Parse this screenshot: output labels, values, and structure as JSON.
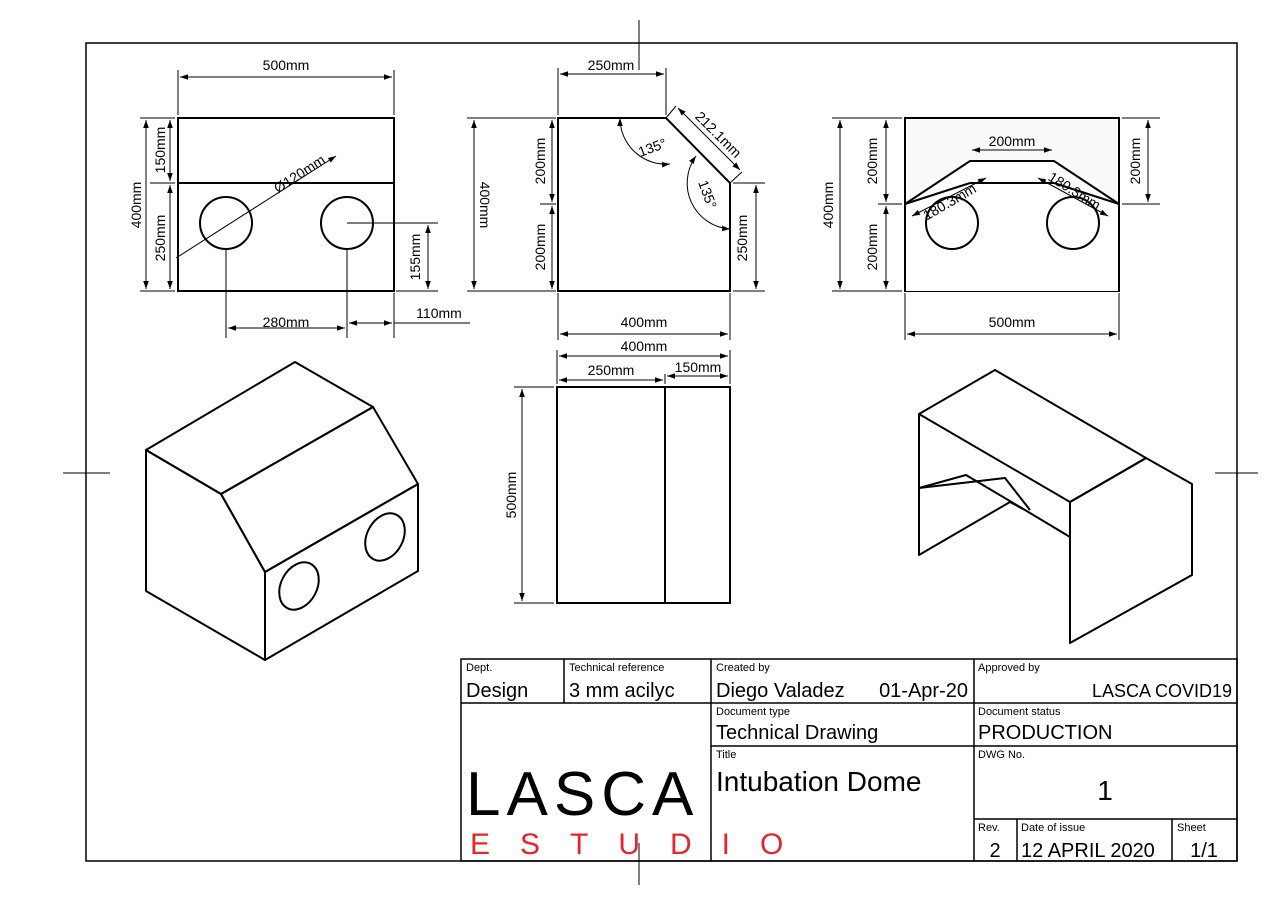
{
  "dimensions": {
    "front_width": "500mm",
    "front_height": "400mm",
    "front_top": "150mm",
    "front_bottom": "250mm",
    "hole_diameter": "Ø120mm",
    "hole_height": "155mm",
    "hole_spacing": "280mm",
    "hole_edge": "110mm",
    "side_top_width": "250mm",
    "side_slant": "212.1mm",
    "side_angle_1": "135°",
    "side_angle_2": "135°",
    "side_upper": "200mm",
    "side_lower": "200mm",
    "side_height": "400mm",
    "side_right": "250mm",
    "side_width": "400mm",
    "rear_top_width": "200mm",
    "rear_slant_left": "180.3mm",
    "rear_slant_right": "180.3mm",
    "rear_height": "400mm",
    "rear_upper": "200mm",
    "rear_lower": "200mm",
    "rear_right": "200mm",
    "rear_width": "500mm",
    "top_width": "400mm",
    "top_left": "250mm",
    "top_right": "150mm",
    "top_depth": "500mm"
  },
  "title_block": {
    "dept_label": "Dept.",
    "dept_value": "Design",
    "techref_label": "Technical reference",
    "techref_value": "3 mm acilyc",
    "created_label": "Created by",
    "created_value": "Diego Valadez",
    "created_date": "01-Apr-20",
    "approved_label": "Approved by",
    "approved_value": "LASCA COVID19",
    "doctype_label": "Document type",
    "doctype_value": "Technical Drawing",
    "docstatus_label": "Document status",
    "docstatus_value": "PRODUCTION",
    "title_label": "Title",
    "title_value": "Intubation Dome",
    "dwg_label": "DWG No.",
    "dwg_value": "1",
    "rev_label": "Rev.",
    "rev_value": "2",
    "issue_label": "Date of issue",
    "issue_value": "12 APRIL 2020",
    "sheet_label": "Sheet",
    "sheet_value": "1/1"
  },
  "logo": {
    "main": "LASCA",
    "sub": "ESTUDIO",
    "accent_color": "#e2262b"
  }
}
